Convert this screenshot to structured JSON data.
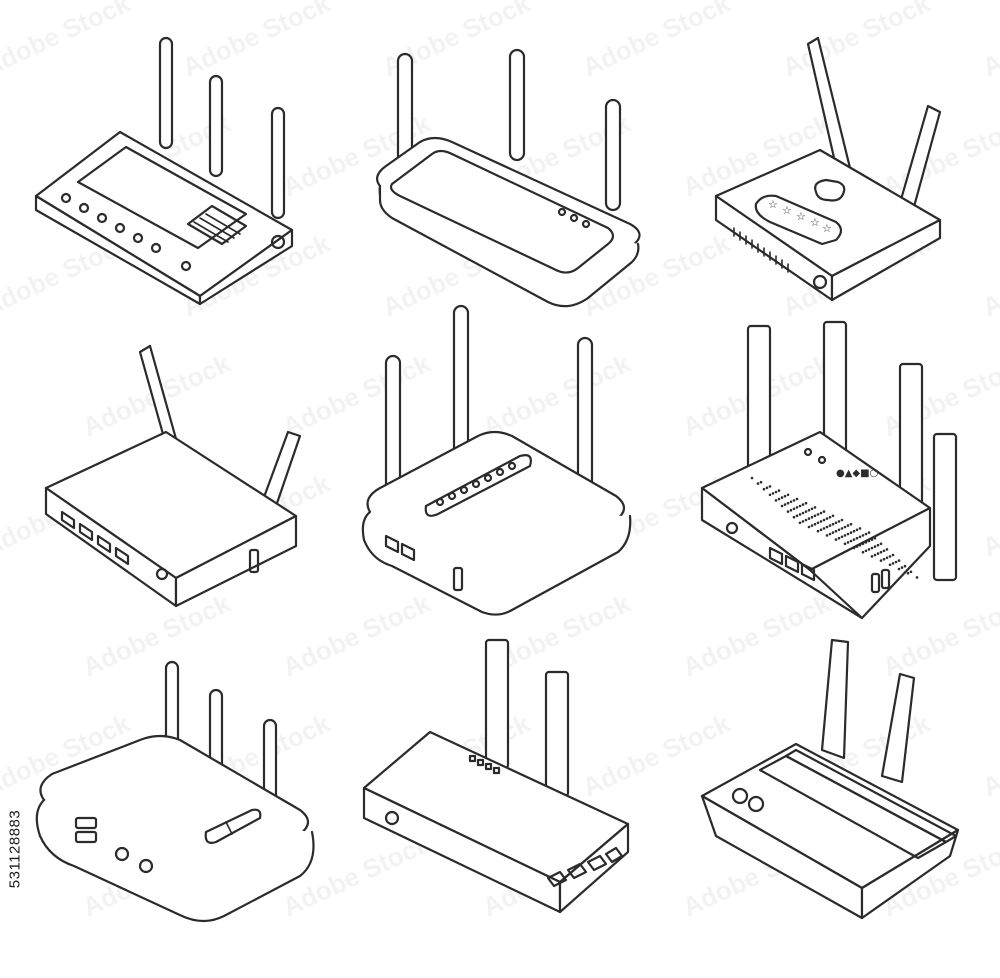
{
  "image": {
    "subject": "wifi routers",
    "style": "isometric line art",
    "colors": {
      "background": "#ffffff",
      "stroke": "#2b2b2b"
    },
    "items": [
      {
        "name": "router-1",
        "antennas": 3
      },
      {
        "name": "router-2",
        "antennas": 3
      },
      {
        "name": "router-3",
        "antennas": 2
      },
      {
        "name": "router-4",
        "antennas": 2
      },
      {
        "name": "router-5",
        "antennas": 3
      },
      {
        "name": "router-6",
        "antennas": 4
      },
      {
        "name": "router-7",
        "antennas": 3
      },
      {
        "name": "router-8",
        "antennas": 2
      },
      {
        "name": "router-9",
        "antennas": 2
      }
    ]
  },
  "stock_id": "531128883",
  "watermark_text": "Adobe Stock"
}
